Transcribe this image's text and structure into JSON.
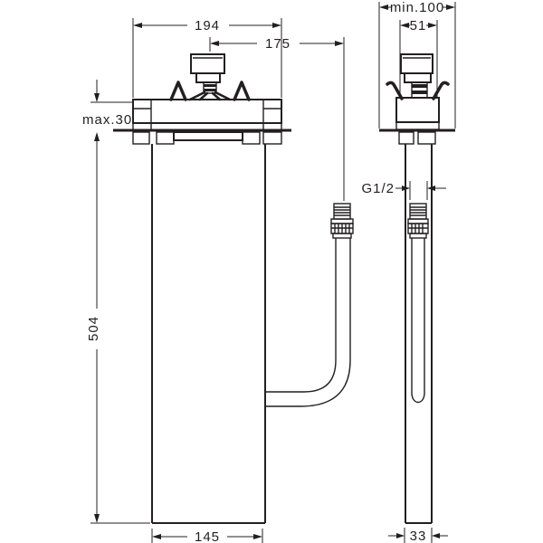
{
  "page": {
    "background": "#ffffff",
    "line_color": "#231f20",
    "description": "Technical installation dimension drawing of a deck-mounted concealed mixer body with hose, front view and side view"
  },
  "views": {
    "front": {
      "name": "front view",
      "dims": {
        "width_top": "194",
        "hose_offset": "175",
        "max_panel_thickness": "max.30",
        "body_height": "504",
        "body_width": "145"
      }
    },
    "side": {
      "name": "side view",
      "dims": {
        "min_clearance": "min.100",
        "deck_depth": "51",
        "thread": "G1/2",
        "body_depth": "33"
      }
    }
  }
}
